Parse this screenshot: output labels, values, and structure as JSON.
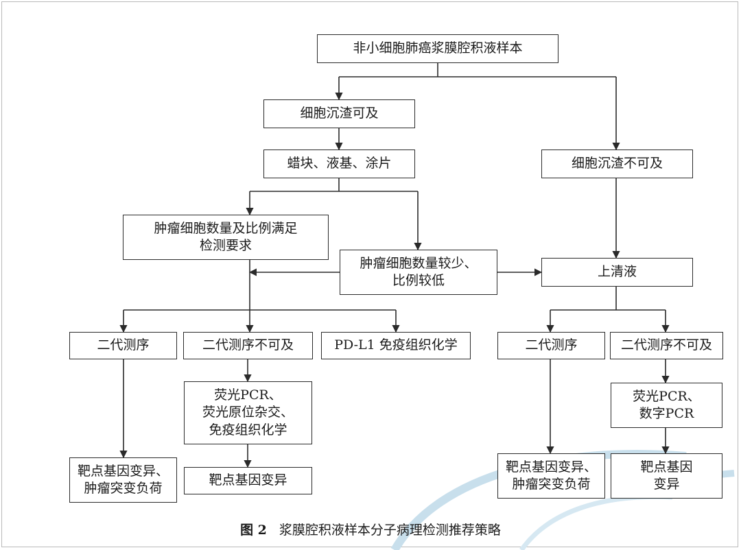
{
  "diagram": {
    "nodes": {
      "root": "非小细胞肺癌浆膜腔积液样本",
      "pellet_yes": "细胞沉渣可及",
      "methods": "蜡块、液基、涂片",
      "pellet_no": "细胞沉渣不可及",
      "tumor_ok": "肿瘤细胞数量及比例满足\n检测要求",
      "tumor_low": "肿瘤细胞数量较少、\n比例较低",
      "supernatant": "上清液",
      "ngs_left": "二代测序",
      "ngs_na_left": "二代测序不可及",
      "pdl1": "PD-L1 免疫组织化学",
      "ngs_right": "二代测序",
      "ngs_na_right": "二代测序不可及",
      "pcr_fish_ihc": "荧光PCR、\n荧光原位杂交、\n免疫组织化学",
      "pcr_digital": "荧光PCR、\n数字PCR",
      "target_tmb_left": "靶点基因变异、\n肿瘤突变负荷",
      "target_mid": "靶点基因变异",
      "target_tmb_right": "靶点基因变异、\n肿瘤突变负荷",
      "target_right": "靶点基因\n变异"
    }
  },
  "caption": {
    "figure_label": "图 2",
    "title": "浆膜腔积液样本分子病理检测推荐策略"
  },
  "colors": {
    "line": "#2a2a2a",
    "watermark": "#c8dfec"
  }
}
